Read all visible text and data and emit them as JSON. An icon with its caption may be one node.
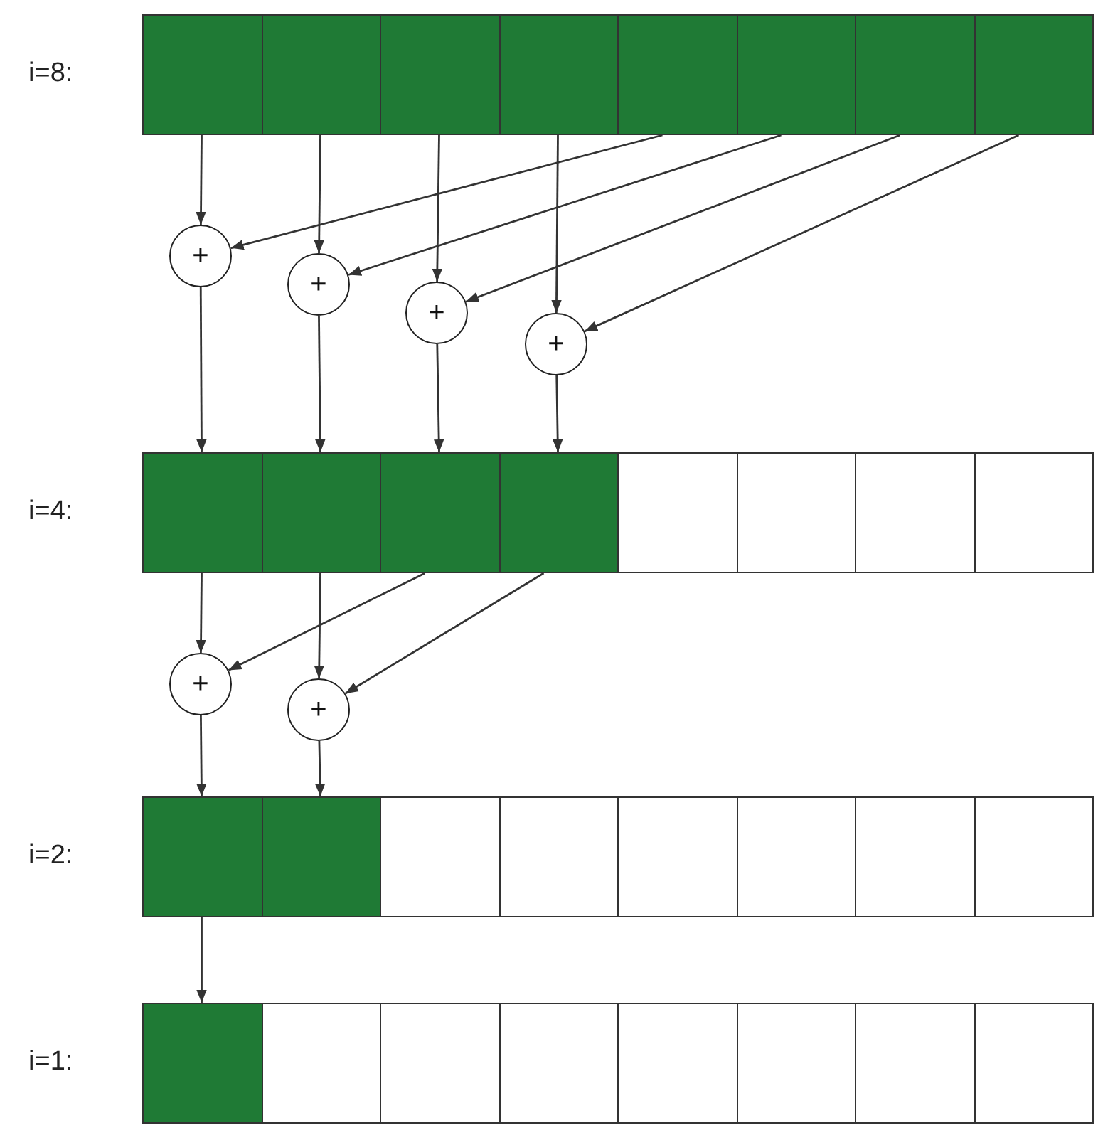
{
  "diagram": {
    "nodes": [
      {
        "text": [],
        "shape": "box"
      },
      {
        "text": [],
        "shape": "box"
      },
      {
        "text": [],
        "shape": "box"
      },
      {
        "text": [],
        "shape": "box"
      },
      {
        "text": [],
        "shape": "box"
      },
      {
        "text": [],
        "shape": "box"
      },
      {
        "text": [],
        "shape": "box"
      },
      {
        "text": [],
        "shape": "box"
      },
      {
        "text": [
          "+"
        ]
      },
      {
        "text": [
          "+"
        ]
      },
      {
        "text": [
          "+"
        ]
      },
      {
        "text": [
          "+"
        ]
      },
      {
        "text": [],
        "shape": "box"
      },
      {
        "text": [],
        "shape": "box"
      },
      {
        "text": [],
        "shape": "box"
      },
      {
        "text": [],
        "shape": "box"
      },
      {
        "text": [],
        "shape": "box"
      },
      {
        "text": [],
        "shape": "box"
      },
      {
        "text": [],
        "shape": "box"
      },
      {
        "text": [],
        "shape": "box"
      },
      {
        "text": [
          "+"
        ]
      },
      {
        "text": [
          "+"
        ]
      },
      {
        "text": [],
        "shape": "box"
      },
      {
        "text": [],
        "shape": "box"
      },
      {
        "text": [],
        "shape": "box"
      },
      {
        "text": [],
        "shape": "box"
      },
      {
        "text": [],
        "shape": "box"
      },
      {
        "text": [],
        "shape": "box"
      },
      {
        "text": [],
        "shape": "box"
      },
      {
        "text": [],
        "shape": "box"
      },
      {
        "text": [],
        "shape": "box"
      },
      {
        "text": [],
        "shape": "box"
      },
      {
        "text": [],
        "shape": "box"
      },
      {
        "text": [],
        "shape": "box"
      },
      {
        "text": [],
        "shape": "box"
      },
      {
        "text": [],
        "shape": "box"
      },
      {
        "text": [],
        "shape": "box"
      },
      {
        "text": [],
        "shape": "box"
      }
    ],
    "edges": [
      {
        "from": 0,
        "to": 8,
        "arrow": "to"
      },
      {
        "from": 4,
        "to": 8,
        "arrow": "to"
      },
      {
        "from": 1,
        "to": 9,
        "arrow": "to"
      },
      {
        "from": 5,
        "to": 9,
        "arrow": "to"
      },
      {
        "from": 2,
        "to": 10,
        "arrow": "to"
      },
      {
        "from": 6,
        "to": 10,
        "arrow": "to"
      },
      {
        "from": 3,
        "to": 11,
        "arrow": "to"
      },
      {
        "from": 7,
        "to": 11,
        "arrow": "to"
      },
      {
        "from": 8,
        "to": 12,
        "arrow": "to"
      },
      {
        "from": 9,
        "to": 13,
        "arrow": "to"
      },
      {
        "from": 10,
        "to": 14,
        "arrow": "to"
      },
      {
        "from": 11,
        "to": 15,
        "arrow": "to"
      },
      {
        "from": 12,
        "to": 20,
        "arrow": "to"
      },
      {
        "from": 14,
        "to": 20,
        "arrow": "to"
      },
      {
        "from": 13,
        "to": 21,
        "arrow": "to"
      },
      {
        "from": 15,
        "to": 21,
        "arrow": "to"
      },
      {
        "from": 20,
        "to": 22,
        "arrow": "to"
      },
      {
        "from": 21,
        "to": 23,
        "arrow": "to"
      },
      {
        "from": 22,
        "to": 30,
        "arrow": "to"
      }
    ],
    "labels": [
      "i=8:",
      "i=4:",
      "i=2:",
      "i=1:"
    ]
  }
}
